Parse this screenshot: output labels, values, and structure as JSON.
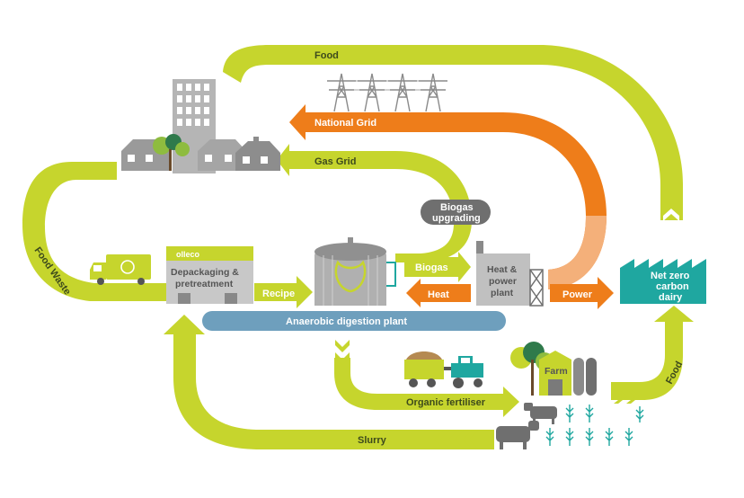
{
  "colors": {
    "green": "#c6d52d",
    "green_dark": "#a9b828",
    "orange": "#ee7d1a",
    "orange_light": "#f4b07a",
    "teal": "#1fa7a0",
    "blue_bar": "#6e9fbd",
    "grey": "#9a9a9a",
    "grey_dark": "#6f6f6f",
    "tree_green": "#8ebc3f",
    "tree_dark": "#2f7a4b"
  },
  "flows": {
    "food_top": "Food",
    "national_grid": "National Grid",
    "gas_grid": "Gas Grid",
    "food_waste": "Food Waste",
    "recipe": "Recipe",
    "biogas": "Biogas",
    "heat": "Heat",
    "power": "Power",
    "organic_fertiliser": "Organic fertiliser",
    "slurry": "Slurry",
    "food_right": "Food"
  },
  "nodes": {
    "biogas_upgrading_line1": "Biogas",
    "biogas_upgrading_line2": "upgrading",
    "truck_logo": "olleco",
    "depack_line1": "Depackaging &",
    "depack_line2": "pretreatment",
    "chp_line1": "Heat &",
    "chp_line2": "power",
    "chp_line3": "plant",
    "dairy_line1": "Net zero",
    "dairy_line2": "carbon",
    "dairy_line3": "dairy",
    "ad_plant": "Anaerobic digestion plant",
    "farm": "Farm"
  }
}
